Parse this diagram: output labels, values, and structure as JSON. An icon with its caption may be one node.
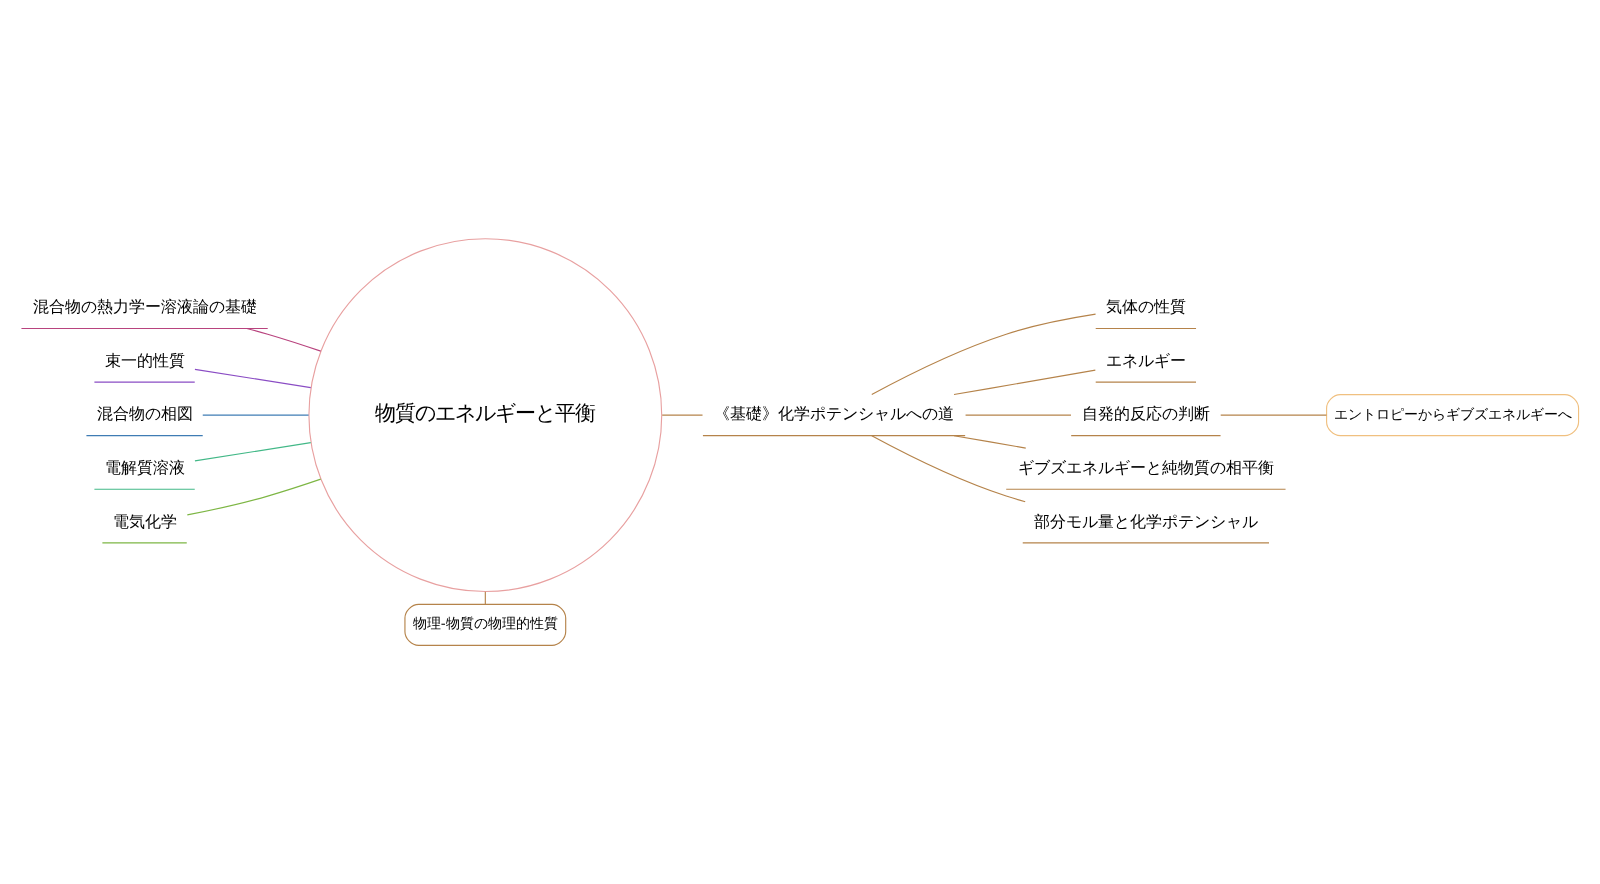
{
  "diagram": {
    "nodes": [
      {
        "text": [
          "物質のエネルギーと平衡"
        ]
      },
      {
        "text": [
          "《基礎》化学ポテンシャルへの道"
        ]
      },
      {
        "text": [
          "気体の性質"
        ]
      },
      {
        "text": [
          "エネルギー"
        ]
      },
      {
        "text": [
          "自発的反応の判断"
        ]
      },
      {
        "text": [
          "ギブズエネルギーと純物質の相平衡"
        ]
      },
      {
        "text": [
          "部分モル量と化学ポテンシャル"
        ]
      },
      {
        "text": [
          "エントロピーからギブズエネルギーへ"
        ]
      },
      {
        "text": [
          "混合物の熱力学ー溶液論の基礎"
        ]
      },
      {
        "text": [
          "束一的性質"
        ]
      },
      {
        "text": [
          "混合物の相図"
        ]
      },
      {
        "text": [
          "電解質溶液"
        ]
      },
      {
        "text": [
          "電気化学"
        ]
      },
      {
        "text": [
          "物理-物質の物理的性質"
        ]
      }
    ],
    "edges": [
      {
        "from": 0,
        "to": 1,
        "arrow": "none"
      },
      {
        "from": 1,
        "to": 2,
        "arrow": "none"
      },
      {
        "from": 1,
        "to": 3,
        "arrow": "none"
      },
      {
        "from": 1,
        "to": 4,
        "arrow": "none"
      },
      {
        "from": 1,
        "to": 5,
        "arrow": "none"
      },
      {
        "from": 1,
        "to": 6,
        "arrow": "none"
      },
      {
        "from": 4,
        "to": 7,
        "arrow": "none"
      },
      {
        "from": 0,
        "to": 8,
        "arrow": "none",
        "color": "#b8437e"
      },
      {
        "from": 0,
        "to": 9,
        "arrow": "none",
        "color": "#8a4cc4"
      },
      {
        "from": 0,
        "to": 10,
        "arrow": "none",
        "color": "#3f7cb4"
      },
      {
        "from": 0,
        "to": 11,
        "arrow": "none",
        "color": "#42b887"
      },
      {
        "from": 0,
        "to": 12,
        "arrow": "none",
        "color": "#7db644"
      },
      {
        "from": 0,
        "to": 13,
        "arrow": "none"
      }
    ]
  }
}
